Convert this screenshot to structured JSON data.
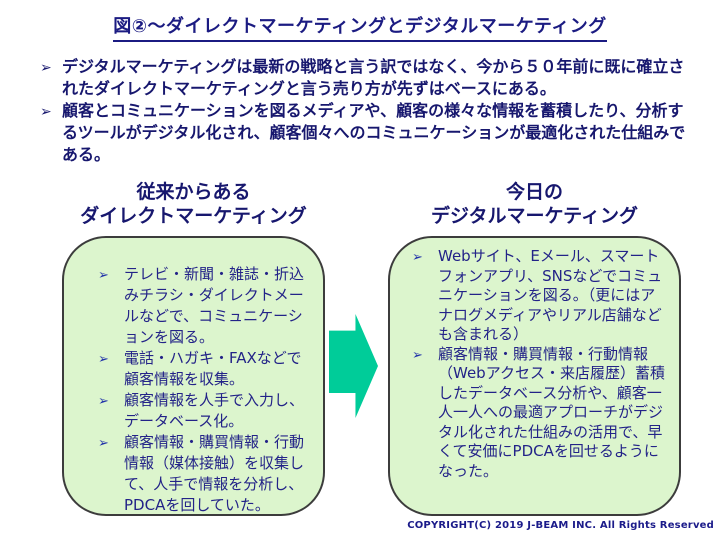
{
  "title": "図②～ダイレクトマーケティングとデジタルマーケティング",
  "bullet_glyph": "➢",
  "intro": {
    "items": [
      {
        "text": "デジタルマーケティングは最新の戦略と言う訳ではなく、今から５０年前に既に確立されたダイレクトマーケティングと言う売り方が先ずはベースにある。"
      },
      {
        "text": "顧客とコミュニケーションを図るメディアや、顧客の様々な情報を蓄積したり、分析するツールがデジタル化され、顧客個々へのコミュニケーションが最適化された仕組みである。"
      }
    ]
  },
  "columns": {
    "left": {
      "heading_line1": "従来からある",
      "heading_line2": "ダイレクトマーケティング",
      "items": [
        {
          "text": "テレビ・新聞・雑誌・折込みチラシ・ダイレクトメールなどで、コミュニケーションを図る。"
        },
        {
          "text": "電話・ハガキ・FAXなどで顧客情報を収集。"
        },
        {
          "text": "顧客情報を人手で入力し、データベース化。"
        },
        {
          "text": "顧客情報・購買情報・行動情報（媒体接触）を収集して、人手で情報を分析し、PDCAを回していた。"
        }
      ]
    },
    "right": {
      "heading_line1": "今日の",
      "heading_line2": "デジタルマーケティング",
      "items": [
        {
          "text": "Webサイト、Eメール、スマートフォンアプリ、SNSなどでコミュニケーションを図る。（更にはアナログメディアやリアル店舗なども含まれる）"
        },
        {
          "text": "顧客情報・購買情報・行動情報（Webアクセス・来店履歴）蓄積したデータベース分析や、顧客一人一人への最適アプローチがデジタル化された仕組みの活用で、早くて安価にPDCAを回せるようになった。"
        }
      ]
    }
  },
  "footer": {
    "copyright": "COPYRIGHT(C) 2019  J-BEAM  INC. All Rights Reserved"
  },
  "colors": {
    "text_navy": "#1b1b78",
    "box_fill": "#dcf5cd",
    "box_border": "#3c3c3c",
    "arrow_green": "#00cc99"
  }
}
